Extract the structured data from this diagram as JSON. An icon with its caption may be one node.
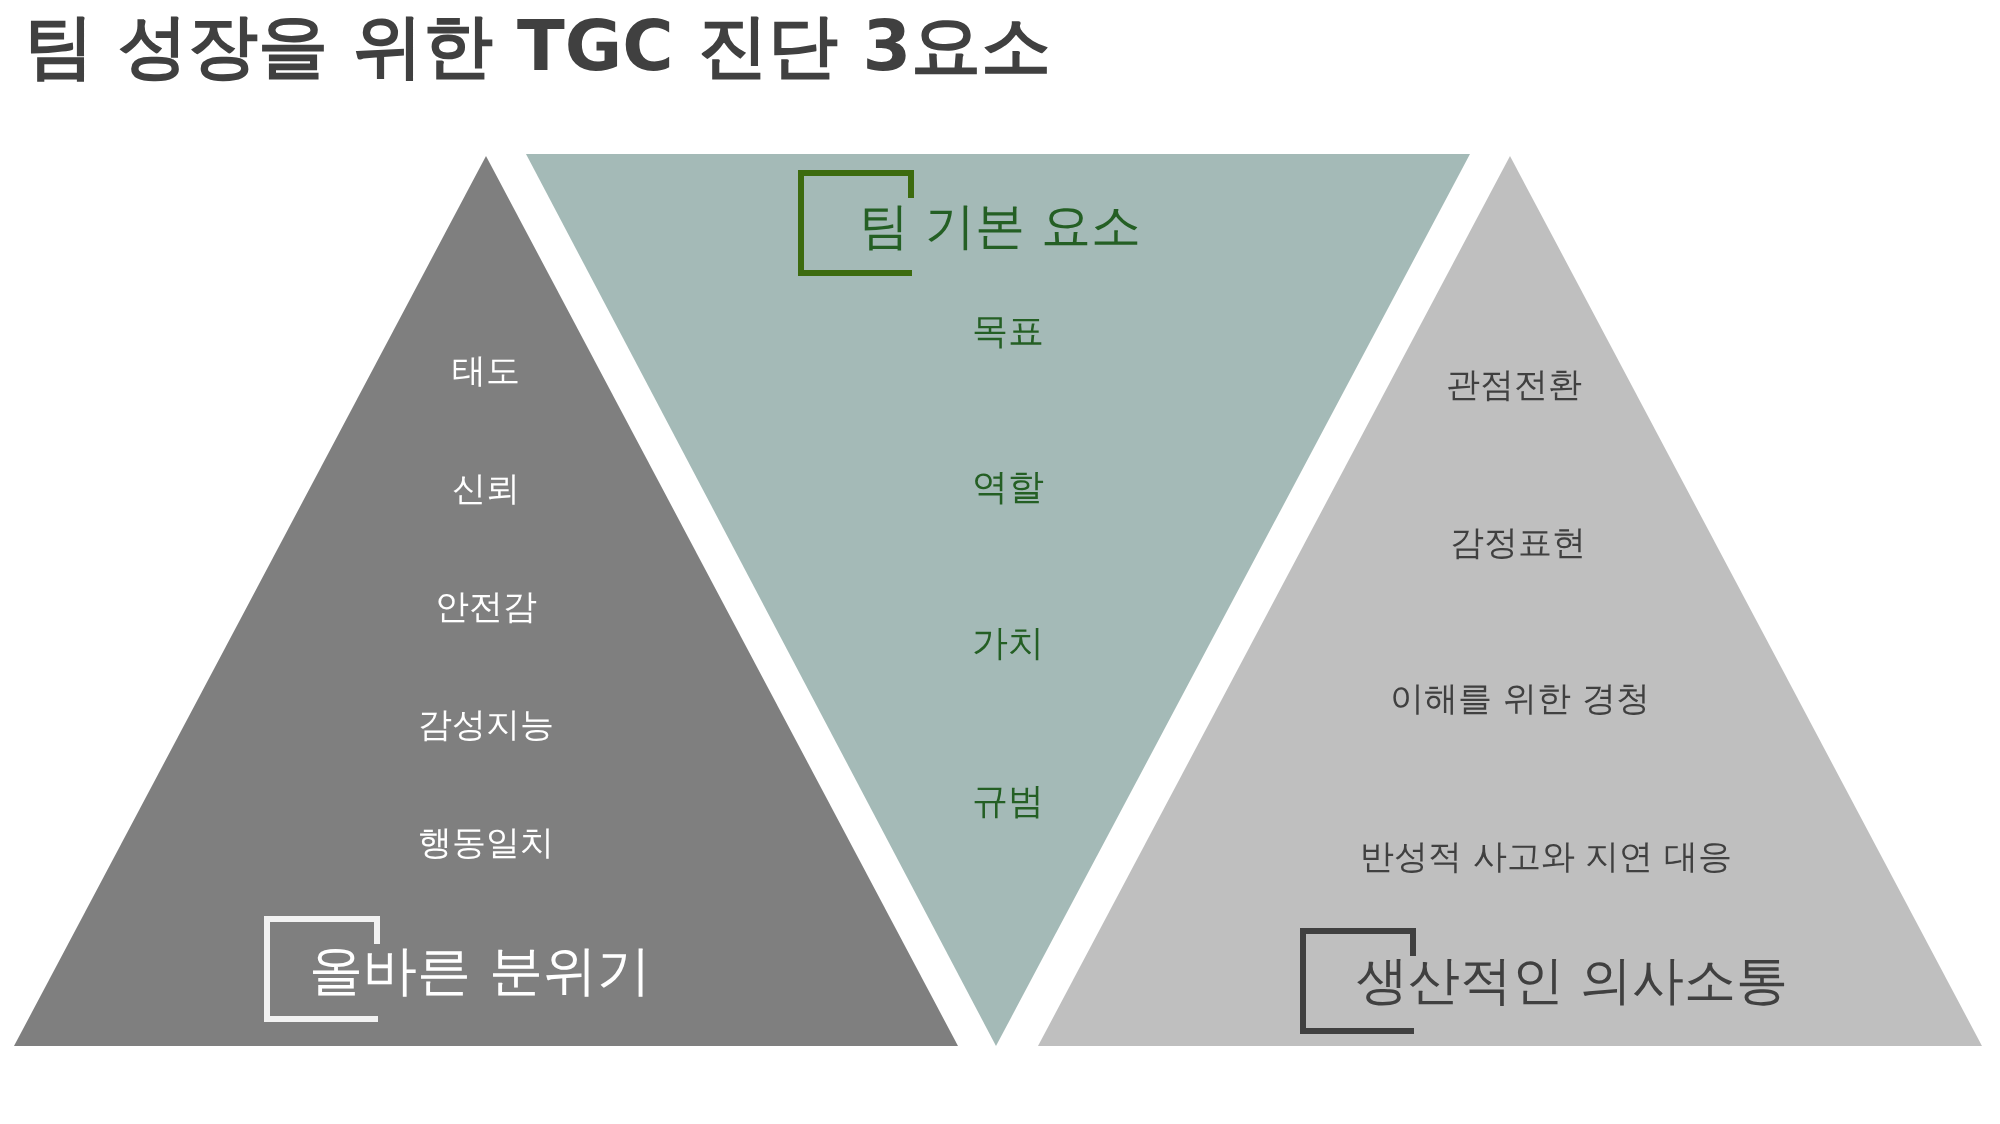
{
  "diagram": {
    "title": "팀 성장을 위한 TGC 진단 3요소",
    "nodes": [
      {
        "text": [
          "태도",
          "신뢰",
          "안전감",
          "감성지능",
          "행동일치",
          "올바른 분위기"
        ]
      },
      {
        "text": [
          "팀 기본 요소",
          "목표",
          "역할",
          "가치",
          "규범"
        ]
      },
      {
        "text": [
          "관점전환",
          "감정표현",
          "이해를 위한 경청",
          "반성적 사고와 지연 대응",
          "생산적인 의사소통"
        ]
      }
    ],
    "edges": []
  }
}
